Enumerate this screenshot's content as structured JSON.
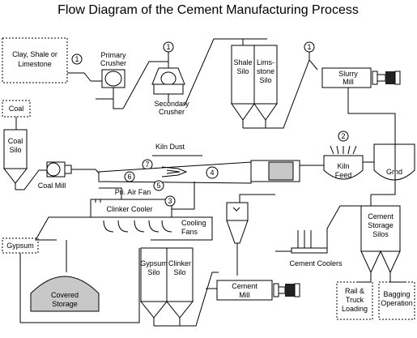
{
  "title": "Flow Diagram of the Cement Manufacturing Process",
  "labels": {
    "clay_shale_1": "Clay, Shale or",
    "clay_shale_2": "Limestone",
    "primary_crusher_1": "Primary",
    "primary_crusher_2": "Crusher",
    "secondary_crusher_1": "Secondary",
    "secondary_crusher_2": "Crusher",
    "shale_silo_1": "Shale",
    "shale_silo_2": "Silo",
    "limestone_silo_1": "Lims-",
    "limestone_silo_2": "stone",
    "limestone_silo_3": "Silo",
    "slurry_mill_1": "Slurry",
    "slurry_mill_2": "Mill",
    "coal": "Coal",
    "coal_silo_1": "Coal",
    "coal_silo_2": "Silo",
    "coal_mill": "Coal Mill",
    "kiln_dust": "Kiln Dust",
    "kiln_feed_1": "Kiln",
    "kiln_feed_2": "Feed",
    "grind": "Grnd",
    "pri_air_fan": "Pri. Air Fan",
    "clinker_cooler": "Clinker Cooler",
    "cooling_fans_1": "Cooling",
    "cooling_fans_2": "Fans",
    "gypsum": "Gypsum",
    "covered_storage_1": "Covered",
    "covered_storage_2": "Storage",
    "gypsum_silo_1": "Gypsum",
    "gypsum_silo_2": "Silo",
    "clinker_silo_1": "Clinker",
    "clinker_silo_2": "Silo",
    "cement_mill_1": "Cement",
    "cement_mill_2": "Mill",
    "cement_coolers": "Cement Coolers",
    "cement_storage_1": "Cement",
    "cement_storage_2": "Storage",
    "cement_storage_3": "Silos",
    "rail_truck_1": "Rail &",
    "rail_truck_2": "Truck",
    "rail_truck_3": "Loading",
    "bagging_1": "Bagging",
    "bagging_2": "Operation"
  },
  "markers": {
    "m1a": "1",
    "m1b": "1",
    "m1c": "1",
    "m2": "2",
    "m3": "3",
    "m4": "4",
    "m5": "5",
    "m6": "6",
    "m7": "7"
  }
}
